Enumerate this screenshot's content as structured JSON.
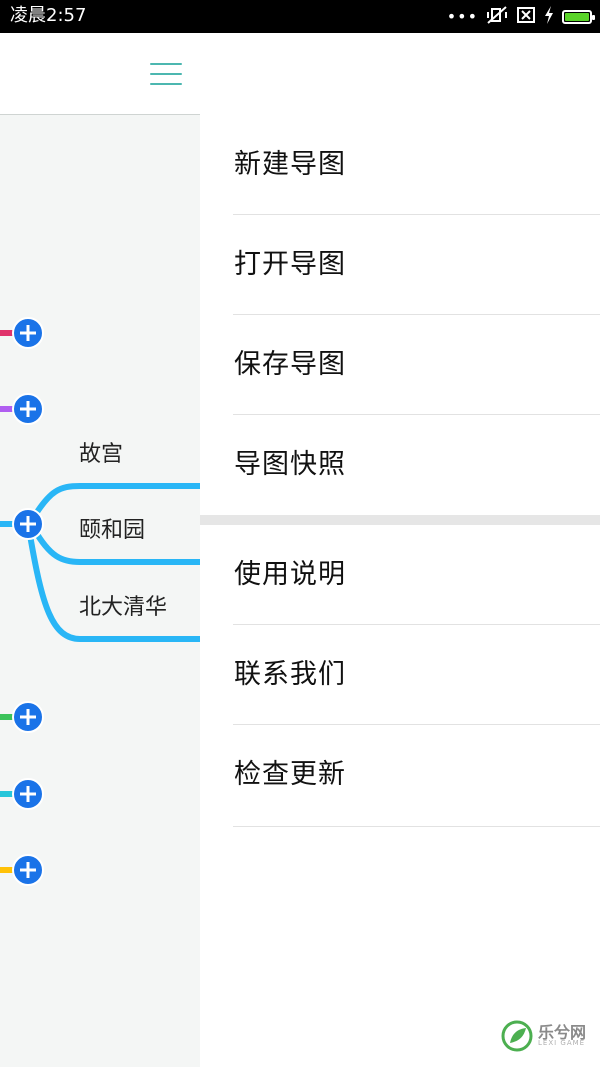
{
  "status_bar": {
    "time": "凌晨2:57",
    "icons": [
      "more-dots-icon",
      "vibrate-off-icon",
      "no-sim-icon",
      "charging-icon",
      "battery-icon"
    ],
    "battery_color": "#5ad429"
  },
  "header": {
    "menu_icon": "hamburger-menu-icon",
    "accent_color": "#4cb7b0"
  },
  "mindmap": {
    "expand_icon": "plus-circle-icon",
    "node_color": "#1a73e8",
    "branch_colors": [
      "#e0336b",
      "#b05ef0",
      "#29b6f6",
      "#3cc35a",
      "#26c6da",
      "#ffc107"
    ],
    "child_nodes": [
      "故宫",
      "颐和园",
      "北大清华"
    ]
  },
  "drawer": {
    "group1": [
      "新建导图",
      "打开导图",
      "保存导图",
      "导图快照"
    ],
    "group2": [
      "使用说明",
      "联系我们",
      "检查更新"
    ]
  },
  "watermark": {
    "text": "乐兮网",
    "sub": "LEXI GAME"
  }
}
